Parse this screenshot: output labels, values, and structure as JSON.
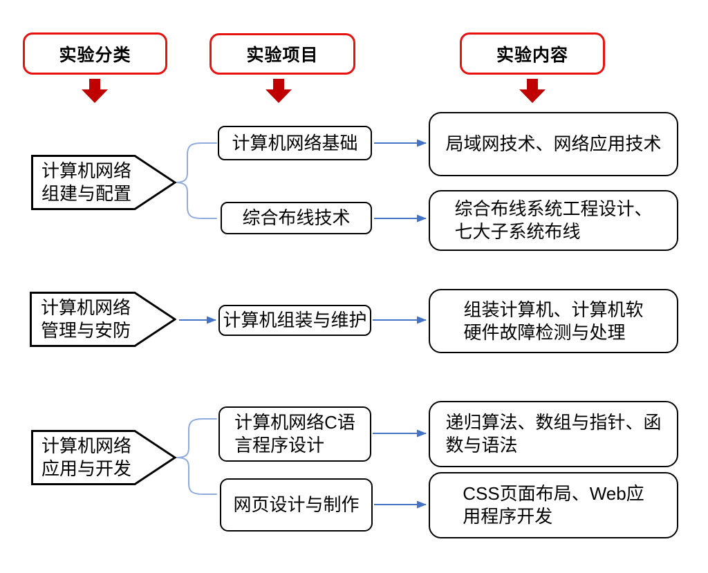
{
  "colors": {
    "header_border": "#e8110d",
    "header_arrow": "#c00000",
    "node_border": "#000000",
    "connector": "#4472c4",
    "brace": "#8faadc"
  },
  "headers": [
    {
      "label": "实验分类"
    },
    {
      "label": "实验项目"
    },
    {
      "label": "实验内容"
    }
  ],
  "groups": [
    {
      "category": "计算机网络\n组建与配置",
      "items": [
        {
          "project": "计算机网络基础",
          "content": "局域网技术、网络应用技术"
        },
        {
          "project": "综合布线技术",
          "content": "综合布线系统工程设计、\n七大子系统布线"
        }
      ]
    },
    {
      "category": "计算机网络\n管理与安防",
      "items": [
        {
          "project": "计算机组装与维护",
          "content": "组装计算机、计算机软\n硬件故障检测与处理"
        }
      ]
    },
    {
      "category": "计算机网络\n应用与开发",
      "items": [
        {
          "project": "计算机网络C语\n言程序设计",
          "content": "递归算法、数组与指针、函\n数与语法"
        },
        {
          "project": "网页设计与制作",
          "content": "CSS页面布局、Web应\n用程序开发"
        }
      ]
    }
  ]
}
